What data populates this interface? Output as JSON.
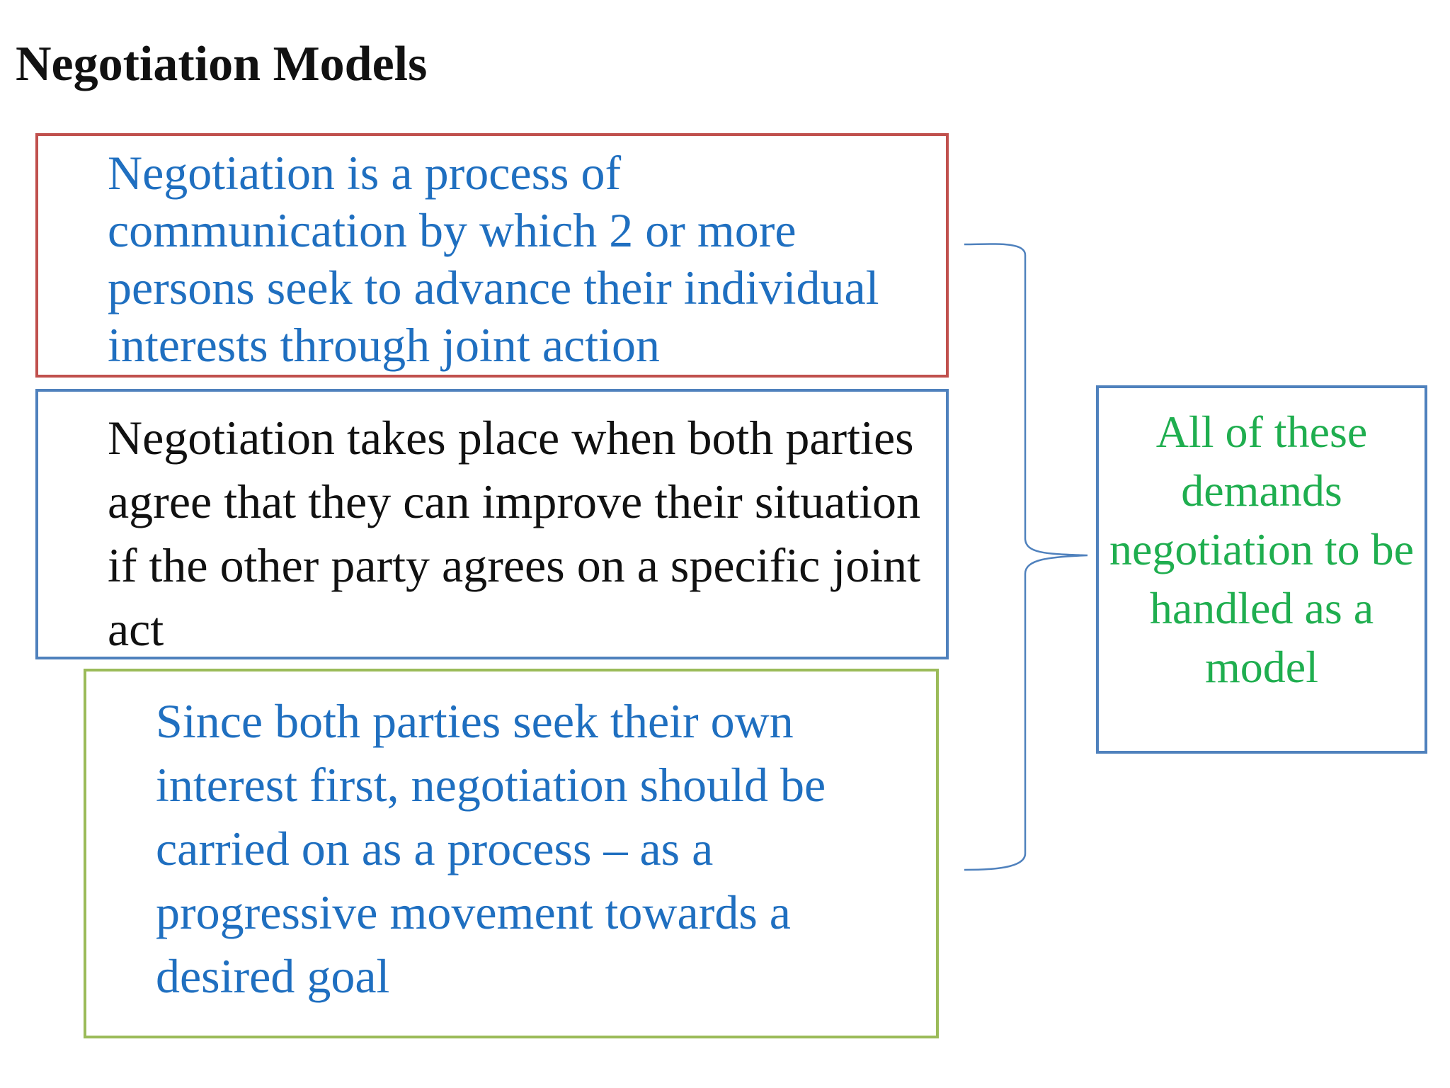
{
  "title": "Negotiation Models",
  "boxes": [
    {
      "text": "Negotiation is a process of communication by which 2 or more persons seek to advance their individual interests through joint action",
      "text_color": "#1f6fc0",
      "border_color": "#c0504d"
    },
    {
      "text": "Negotiation takes place when both parties agree that they can improve their situation if the other party agrees on a specific joint act",
      "text_color": "#111111",
      "border_color": "#4f81bd"
    },
    {
      "text": "Since both parties seek their own interest first, negotiation should be carried on as a process – as a progressive movement towards a desired goal",
      "text_color": "#1f6fc0",
      "border_color": "#9bbb59"
    }
  ],
  "summary": {
    "text": "All of these demands negotiation to be handled as a model",
    "text_color": "#1fae4f",
    "border_color": "#4f81bd"
  },
  "connector_color": "#4f81bd"
}
